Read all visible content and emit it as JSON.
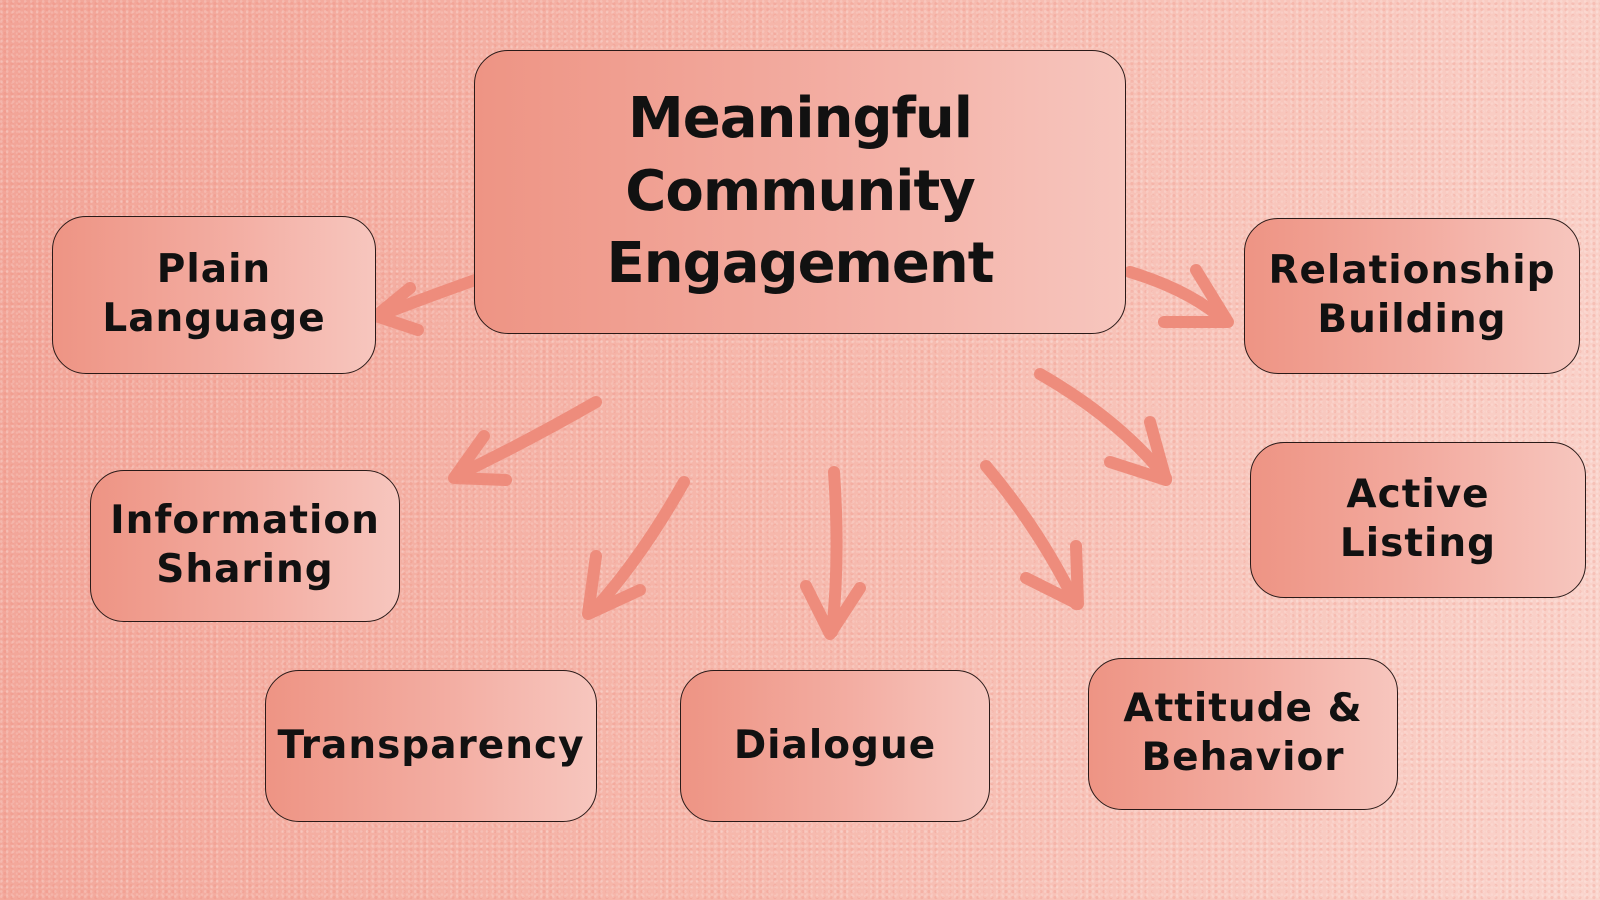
{
  "diagram": {
    "center": {
      "label": "Meaningful\nCommunity\nEngagement"
    },
    "nodes": [
      {
        "id": "plain-language",
        "label": "Plain\nLanguage"
      },
      {
        "id": "information-sharing",
        "label": "Information\nSharing"
      },
      {
        "id": "transparency",
        "label": "Transparency"
      },
      {
        "id": "dialogue",
        "label": "Dialogue"
      },
      {
        "id": "attitude-behavior",
        "label": "Attitude &\nBehavior"
      },
      {
        "id": "active-listing",
        "label": "Active\nListing"
      },
      {
        "id": "relationship-building",
        "label": "Relationship\nBuilding"
      }
    ],
    "colors": {
      "arrow": "#ee8c7c",
      "box_start": "#ee9484",
      "box_end": "#f7c6be",
      "border": "#2a1a18",
      "text": "#111111"
    }
  }
}
